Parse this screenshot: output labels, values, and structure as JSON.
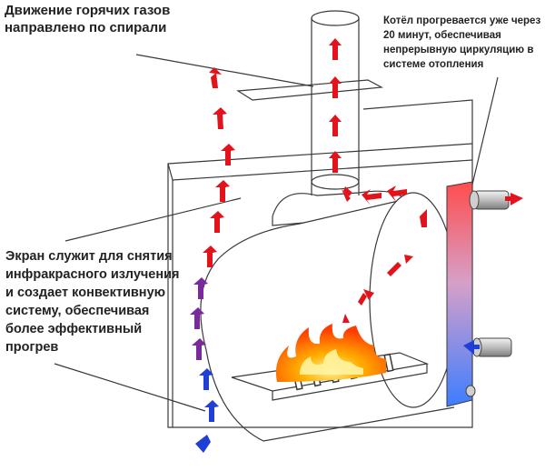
{
  "labels": {
    "gas_flow": "Движение горячих газов направлено по спирали",
    "heating": "Котёл прогревается уже через 20 минут, обеспечивая непрерывную циркуляцию в системе отопления",
    "screen": "Экран служит для снятия инфракрасного излучения и создает конвективную систему, обеспечивая более эффективный прогрев"
  },
  "colors": {
    "outline": "#3a3a3a",
    "arrow_hot": "#e3121b",
    "arrow_mid": "#7a2a9a",
    "arrow_cold": "#1f3fd6",
    "water_hot": "#ff4d4d",
    "water_cold": "#3d7dff",
    "fire": "#ff8c00"
  },
  "icons": [
    "flow-arrow-icon",
    "flame-icon",
    "pipe-fitting-icon"
  ]
}
